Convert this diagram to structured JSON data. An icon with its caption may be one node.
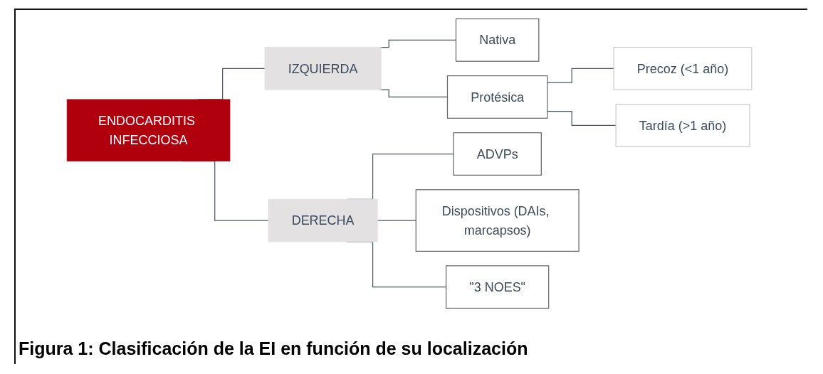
{
  "diagram": {
    "caption": "Figura 1: Clasificación de la EI en función de su localización",
    "nodes": [
      {
        "text": [
          "ENDOCARDITIS INFECCIOSA"
        ]
      },
      {
        "text": [
          "IZQUIERDA"
        ]
      },
      {
        "text": [
          "Nativa"
        ]
      },
      {
        "text": [
          "Protésica"
        ]
      },
      {
        "text": [
          "Precoz (<1 año)"
        ]
      },
      {
        "text": [
          "Tardía (>1 año)"
        ]
      },
      {
        "text": [
          "DERECHA"
        ]
      },
      {
        "text": [
          "ADVPs"
        ]
      },
      {
        "text": [
          "Dispositivos (DAIs, marcapsos)"
        ]
      },
      {
        "text": [
          "\"3 NOES\""
        ]
      }
    ],
    "edges": [
      {
        "from": 0,
        "to": 1,
        "arrow": "none"
      },
      {
        "from": 0,
        "to": 6,
        "arrow": "none"
      },
      {
        "from": 1,
        "to": 2,
        "arrow": "none"
      },
      {
        "from": 1,
        "to": 3,
        "arrow": "none"
      },
      {
        "from": 3,
        "to": 4,
        "arrow": "none"
      },
      {
        "from": 3,
        "to": 5,
        "arrow": "none"
      },
      {
        "from": 6,
        "to": 7,
        "arrow": "none"
      },
      {
        "from": 6,
        "to": 8,
        "arrow": "none"
      },
      {
        "from": 6,
        "to": 9,
        "arrow": "none"
      }
    ]
  }
}
